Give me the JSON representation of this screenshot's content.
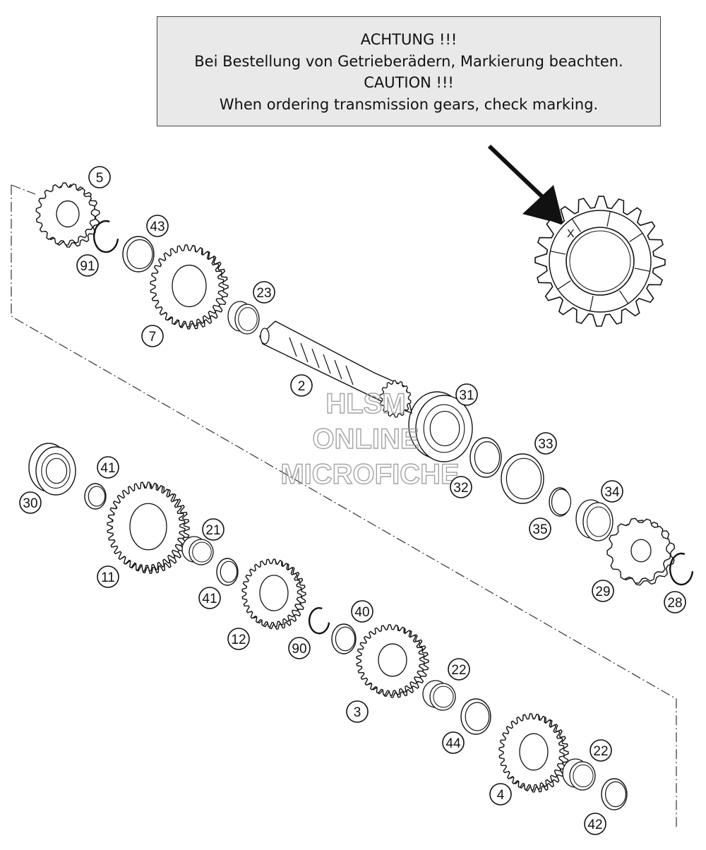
{
  "notice": {
    "line1": "ACHTUNG !!!",
    "line2": "Bei Bestellung von Getrieberädern, Markierung beachten.",
    "line3": "CAUTION !!!",
    "line4": "When ordering transmission gears, check marking."
  },
  "marking": {
    "symbol": "X"
  },
  "watermark": {
    "line1": "HLSM",
    "line2": "ONLINE",
    "line3": "MICROFICHE"
  },
  "callouts": [
    "5",
    "91",
    "43",
    "7",
    "23",
    "2",
    "31",
    "32",
    "33",
    "35",
    "34",
    "29",
    "28",
    "30",
    "41",
    "11",
    "21",
    "41",
    "12",
    "90",
    "40",
    "3",
    "22",
    "44",
    "4",
    "22",
    "42"
  ],
  "colors": {
    "line": "#222222",
    "box_fill": "#e9e9e9"
  }
}
